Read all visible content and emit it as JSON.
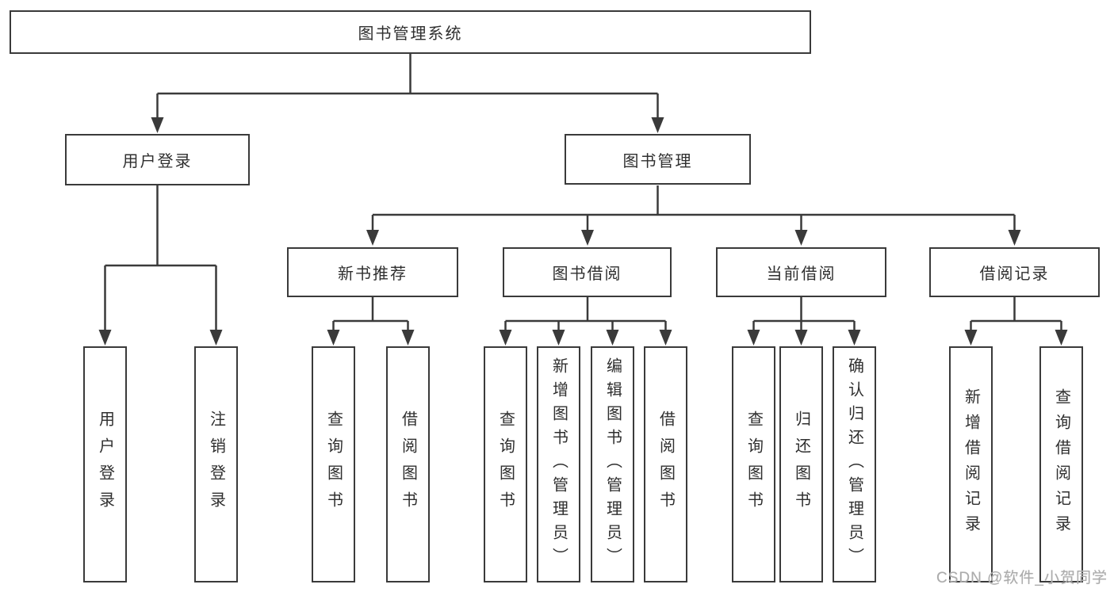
{
  "diagram": {
    "root": {
      "label": "图书管理系统"
    },
    "branches": [
      {
        "label": "用户登录",
        "children": [
          {
            "label": "用户登录"
          },
          {
            "label": "注销登录"
          }
        ]
      },
      {
        "label": "图书管理",
        "children": [
          {
            "label": "新书推荐",
            "children": [
              {
                "label": "查询图书"
              },
              {
                "label": "借阅图书"
              }
            ]
          },
          {
            "label": "图书借阅",
            "children": [
              {
                "label": "查询图书"
              },
              {
                "label": "新增图书（管理员）"
              },
              {
                "label": "编辑图书（管理员）"
              },
              {
                "label": "借阅图书"
              }
            ]
          },
          {
            "label": "当前借阅",
            "children": [
              {
                "label": "查询图书"
              },
              {
                "label": "归还图书"
              },
              {
                "label": "确认归还（管理员）"
              }
            ]
          },
          {
            "label": "借阅记录",
            "children": [
              {
                "label": "新增借阅记录"
              },
              {
                "label": "查询借阅记录"
              }
            ]
          }
        ]
      }
    ]
  },
  "watermark": {
    "text": "CSDN @软件_小贺同学"
  },
  "colors": {
    "line": "#3a3a3a",
    "box_border": "#3a3a3a",
    "box_fill": "#ffffff",
    "text": "#2f2f2f",
    "watermark": "#ababab"
  }
}
